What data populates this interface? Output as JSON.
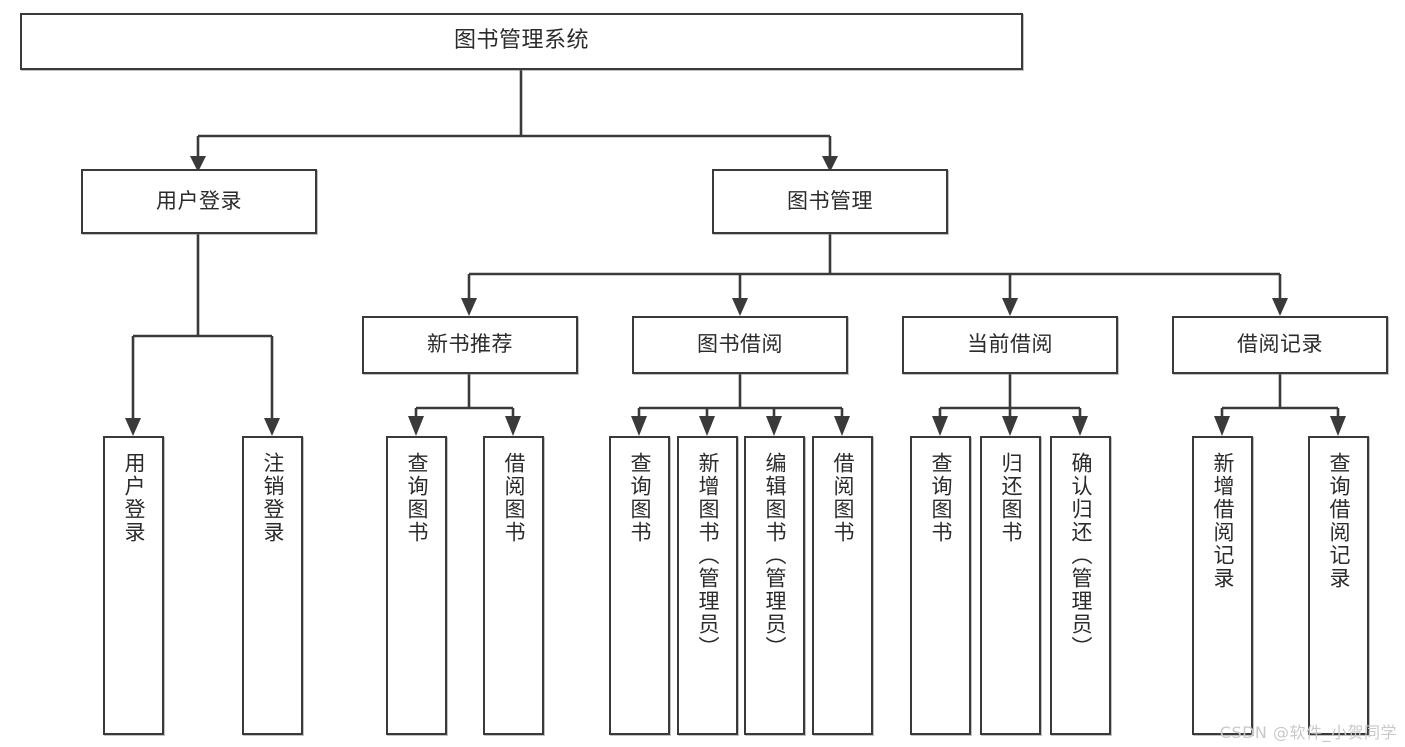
{
  "diagram": {
    "title": "图书管理系统",
    "type": "tree",
    "watermark": "CSDN @软件_小贺同学",
    "colors": {
      "stroke": "#3a3a3a",
      "text": "#2b2b2b",
      "background": "#ffffff",
      "watermark": "#c9c9c9"
    },
    "nodes": {
      "root": {
        "label": "图书管理系统"
      },
      "level2": [
        {
          "label": "用户登录"
        },
        {
          "label": "图书管理"
        }
      ],
      "level3": [
        {
          "label": "新书推荐"
        },
        {
          "label": "图书借阅"
        },
        {
          "label": "当前借阅"
        },
        {
          "label": "借阅记录"
        }
      ],
      "leaves_user_login": [
        {
          "label": "用户登录"
        },
        {
          "label": "注销登录"
        }
      ],
      "leaves_new_book": [
        {
          "label": "查询图书"
        },
        {
          "label": "借阅图书"
        }
      ],
      "leaves_borrow": [
        {
          "label": "查询图书"
        },
        {
          "label": "新增图书（管理员）"
        },
        {
          "label": "编辑图书（管理员）"
        },
        {
          "label": "借阅图书"
        }
      ],
      "leaves_current": [
        {
          "label": "查询图书"
        },
        {
          "label": "归还图书"
        },
        {
          "label": "确认归还（管理员）"
        }
      ],
      "leaves_records": [
        {
          "label": "新增借阅记录"
        },
        {
          "label": "查询借阅记录"
        }
      ]
    }
  }
}
